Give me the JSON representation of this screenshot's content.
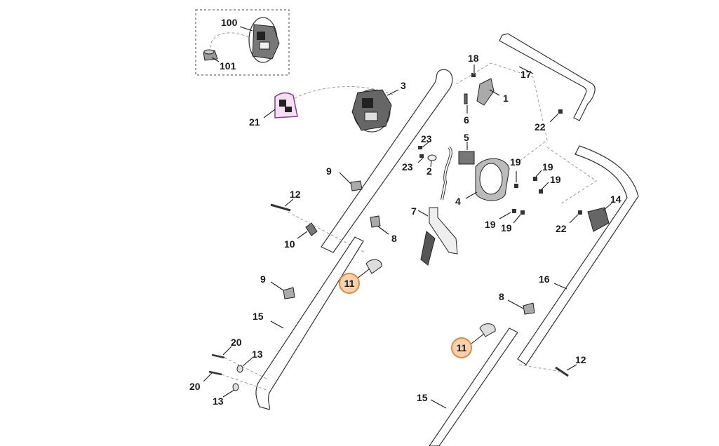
{
  "callouts": {
    "c100": "100",
    "c101": "101",
    "c3": "3",
    "c21": "21",
    "c18": "18",
    "c17": "17",
    "c1": "1",
    "c6": "6",
    "c22a": "22",
    "c22b": "22",
    "c23a": "23",
    "c23b": "23",
    "c5": "5",
    "c2": "2",
    "c9a": "9",
    "c9b": "9",
    "c19a": "19",
    "c19b": "19",
    "c19c": "19",
    "c19d": "19",
    "c19e": "19",
    "c4": "4",
    "c14": "14",
    "c12a": "12",
    "c12b": "12",
    "c7": "7",
    "c10": "10",
    "c8a": "8",
    "c8b": "8",
    "c11a": "11",
    "c11b": "11",
    "c16": "16",
    "c15a": "15",
    "c15b": "15",
    "c20a": "20",
    "c20b": "20",
    "c13a": "13",
    "c13b": "13"
  },
  "highlight_color": "#f8d2b0",
  "highlight_border": "#e08a3c"
}
